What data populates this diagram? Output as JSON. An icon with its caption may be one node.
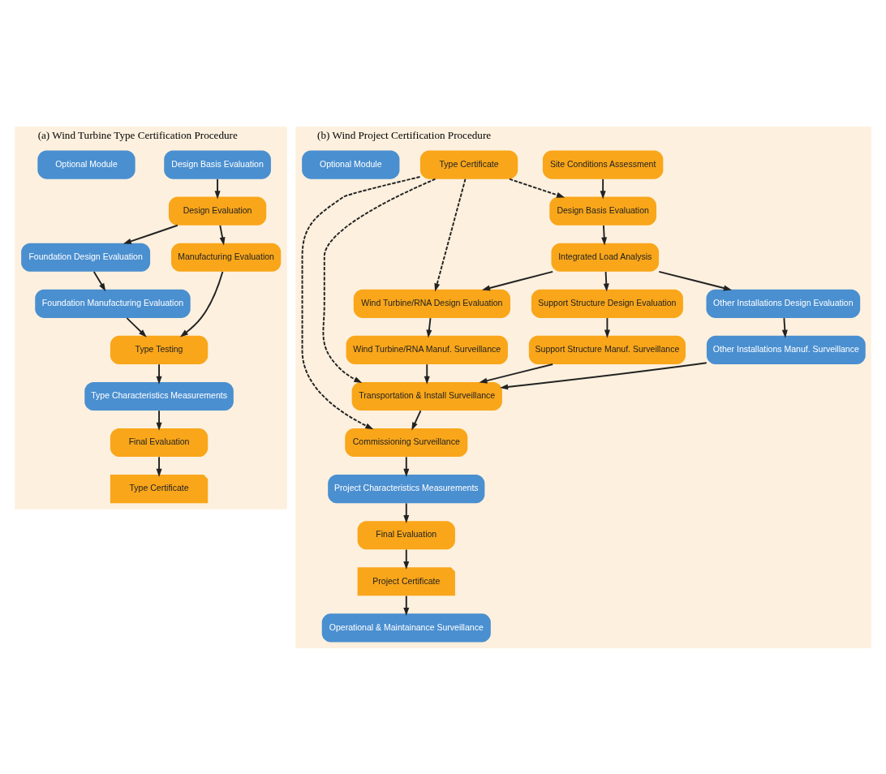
{
  "diagram": {
    "nodes": [
      {
        "text": [
          "(a) Wind Turbine Type Certification Procedure"
        ]
      },
      {
        "text": [
          "Design Basis Evaluation"
        ],
        "in": 0
      },
      {
        "text": [
          "Design Evaluation"
        ],
        "in": 0
      },
      {
        "text": [
          "Foundation Design Evaluation"
        ],
        "in": 0
      },
      {
        "text": [
          "Manufacturing Evaluation"
        ],
        "in": 0
      },
      {
        "text": [
          "Foundation Manufacturing Evaluation"
        ],
        "in": 0
      },
      {
        "text": [
          "Type Testing"
        ],
        "in": 0
      },
      {
        "text": [
          "Type Characteristics Measurements"
        ],
        "in": 0
      },
      {
        "text": [
          "Final Evaluation"
        ],
        "in": 0
      },
      {
        "text": [
          "Optional Module"
        ],
        "in": 0
      },
      {
        "text": [
          "Type Certificate"
        ],
        "in": 0
      },
      {
        "text": [
          "(b) Wind Project Certification Procedure"
        ]
      },
      {
        "text": [
          "Type Certificate"
        ],
        "in": 11
      },
      {
        "text": [
          "Site Conditions Assessment"
        ],
        "in": 11
      },
      {
        "text": [
          "Design Basis Evaluation"
        ],
        "in": 11
      },
      {
        "text": [
          "Integrated Load Analysis"
        ],
        "in": 11
      },
      {
        "text": [
          "Wind Turbine/RNA Design Evaluation"
        ],
        "in": 11
      },
      {
        "text": [
          "Support Structure Design Evaluation"
        ],
        "in": 11
      },
      {
        "text": [
          "Other Installations Design Evaluation"
        ],
        "in": 11
      },
      {
        "text": [
          "Wind Turbine/RNA Manuf. Surveillance"
        ],
        "in": 11
      },
      {
        "text": [
          "Support Structure Manuf. Surveillance"
        ],
        "in": 11
      },
      {
        "text": [
          "Other Installations Manuf. Surveillance"
        ],
        "in": 11
      },
      {
        "text": [
          "Transportation & Install Surveillance"
        ],
        "in": 11
      },
      {
        "text": [
          "Commissioning Surveillance"
        ],
        "in": 11
      },
      {
        "text": [
          "Project Characteristics Measurements"
        ],
        "in": 11
      },
      {
        "text": [
          "Final Evaluation"
        ],
        "in": 11
      },
      {
        "text": [
          "Optional Module"
        ],
        "in": 11
      },
      {
        "text": [
          "Project Certificate"
        ],
        "in": 11
      },
      {
        "text": [
          "Operational & Maintainance Surveillance"
        ],
        "in": 11
      }
    ],
    "edges": [
      {
        "from": 1,
        "to": 2,
        "arrow": "to"
      },
      {
        "from": 2,
        "to": 3,
        "arrow": "to"
      },
      {
        "from": 2,
        "to": 4,
        "arrow": "to"
      },
      {
        "from": 3,
        "to": 5,
        "arrow": "to"
      },
      {
        "from": 4,
        "to": 6,
        "arrow": "to"
      },
      {
        "from": 5,
        "to": 6,
        "arrow": "to"
      },
      {
        "from": 6,
        "to": 7,
        "arrow": "to"
      },
      {
        "from": 7,
        "to": 8,
        "arrow": "to"
      },
      {
        "from": 8,
        "to": 10,
        "arrow": "to"
      },
      {
        "from": 13,
        "to": 14,
        "arrow": "to"
      },
      {
        "from": 12,
        "to": 14,
        "arrow": "to",
        "style": "dashed"
      },
      {
        "from": 12,
        "to": 16,
        "arrow": "to",
        "style": "dashed"
      },
      {
        "from": 12,
        "to": 22,
        "arrow": "to",
        "style": "dashed"
      },
      {
        "from": 12,
        "to": 23,
        "arrow": "to",
        "style": "dashed"
      },
      {
        "from": 14,
        "to": 15,
        "arrow": "to"
      },
      {
        "from": 15,
        "to": 16,
        "arrow": "to"
      },
      {
        "from": 15,
        "to": 17,
        "arrow": "to"
      },
      {
        "from": 15,
        "to": 18,
        "arrow": "to"
      },
      {
        "from": 16,
        "to": 19,
        "arrow": "to"
      },
      {
        "from": 17,
        "to": 20,
        "arrow": "to"
      },
      {
        "from": 18,
        "to": 21,
        "arrow": "to"
      },
      {
        "from": 19,
        "to": 22,
        "arrow": "to"
      },
      {
        "from": 20,
        "to": 22,
        "arrow": "to"
      },
      {
        "from": 21,
        "to": 22,
        "arrow": "to"
      },
      {
        "from": 22,
        "to": 23,
        "arrow": "to"
      },
      {
        "from": 23,
        "to": 24,
        "arrow": "to"
      },
      {
        "from": 24,
        "to": 25,
        "arrow": "to"
      },
      {
        "from": 25,
        "to": 27,
        "arrow": "to"
      },
      {
        "from": 27,
        "to": 28,
        "arrow": "to"
      }
    ]
  }
}
